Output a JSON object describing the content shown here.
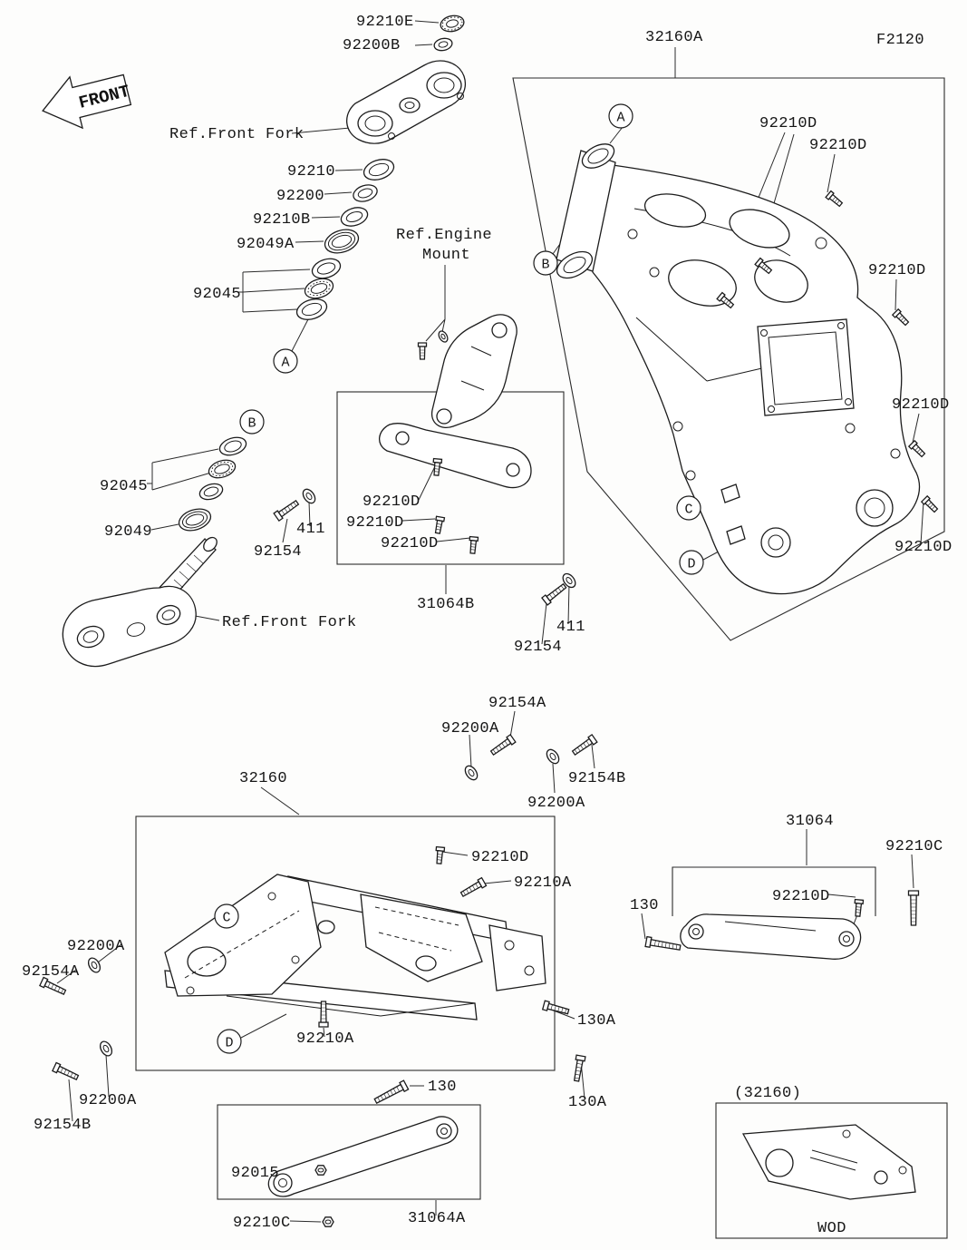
{
  "figure": {
    "code": "F2120",
    "front_arrow": "FRONT",
    "wod": "WOD",
    "frame_variant": "(32160)"
  },
  "callouts": {
    "a": "A",
    "b": "B",
    "c": "C",
    "d": "D"
  },
  "refs": {
    "front_fork": "Ref.Front Fork",
    "engine_mount_line1": "Ref.Engine",
    "engine_mount_line2": "Mount"
  },
  "parts": {
    "p32160": "32160",
    "p32160A": "32160A",
    "p31064": "31064",
    "p31064A": "31064A",
    "p31064B": "31064B",
    "p92015": "92015",
    "p92045": "92045",
    "p92049": "92049",
    "p92049A": "92049A",
    "p92154": "92154",
    "p92154A": "92154A",
    "p92154B": "92154B",
    "p92200": "92200",
    "p92200A": "92200A",
    "p92200B": "92200B",
    "p92210": "92210",
    "p92210A": "92210A",
    "p92210B": "92210B",
    "p92210C": "92210C",
    "p92210D": "92210D",
    "p92210E": "92210E",
    "p130": "130",
    "p130A": "130A",
    "p411": "411"
  },
  "colors": {
    "ink": "#1c1c1c",
    "paper": "#fdfdfc"
  }
}
